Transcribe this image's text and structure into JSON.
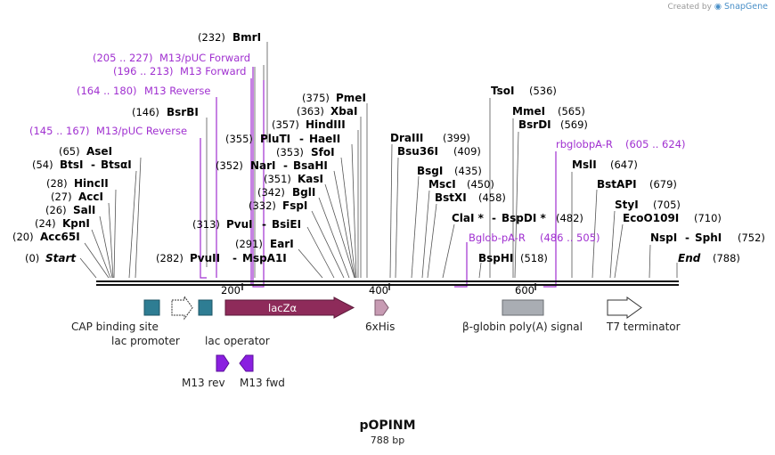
{
  "brand": {
    "created_by": "Created by",
    "app": "SnapGene"
  },
  "plasmid": {
    "name": "pOPINM",
    "length_label": "788 bp"
  },
  "ruler": {
    "ticks": [
      "200",
      "400",
      "600"
    ]
  },
  "colors": {
    "primer": "#a030d0",
    "lacz": "#8e2b5a",
    "cap": "#2e7d93",
    "his": "#c79bb3",
    "globin": "#a9adb3",
    "primer_arrow": "#8a1fe0"
  },
  "sites": [
    {
      "pos": "(232)",
      "name": "BmrI"
    },
    {
      "pos": "(146)",
      "name": "BsrBI"
    },
    {
      "pos": "(375)",
      "name": "PmeI"
    },
    {
      "pos": "(363)",
      "name": "XbaI"
    },
    {
      "pos": "(357)",
      "name": "HindIII"
    },
    {
      "pos": "(355)",
      "name": "PluTI",
      "name2": "HaeII"
    },
    {
      "pos": "(353)",
      "name": "SfoI"
    },
    {
      "pos": "(352)",
      "name": "NarI",
      "name2": "BsaHI"
    },
    {
      "pos": "(351)",
      "name": "KasI"
    },
    {
      "pos": "(342)",
      "name": "BglI"
    },
    {
      "pos": "(332)",
      "name": "FspI"
    },
    {
      "pos": "(313)",
      "name": "PvuI",
      "name2": "BsiEI"
    },
    {
      "pos": "(291)",
      "name": "EarI"
    },
    {
      "pos": "(282)",
      "name": "PvuII",
      "name2": "MspA1I"
    },
    {
      "pos": "(65)",
      "name": "AseI"
    },
    {
      "pos": "(54)",
      "name": "BtsI",
      "name2": "BtsαI"
    },
    {
      "pos": "(28)",
      "name": "HincII"
    },
    {
      "pos": "(27)",
      "name": "AccI"
    },
    {
      "pos": "(26)",
      "name": "SalI"
    },
    {
      "pos": "(24)",
      "name": "KpnI"
    },
    {
      "pos": "(20)",
      "name": "Acc65I"
    },
    {
      "pos": "(0)",
      "name": "Start"
    },
    {
      "name": "DraIII",
      "pos": "(399)"
    },
    {
      "name": "Bsu36I",
      "pos": "(409)"
    },
    {
      "name": "BsgI",
      "pos": "(435)"
    },
    {
      "name": "MscI",
      "pos": "(450)"
    },
    {
      "name": "BstXI",
      "pos": "(458)"
    },
    {
      "name": "ClaI *",
      "name2": "BspDI *",
      "pos": "(482)"
    },
    {
      "name": "BspHI",
      "pos": "(518)"
    },
    {
      "name": "TsoI",
      "pos": "(536)"
    },
    {
      "name": "MmeI",
      "pos": "(565)"
    },
    {
      "name": "BsrDI",
      "pos": "(569)"
    },
    {
      "name": "MslI",
      "pos": "(647)"
    },
    {
      "name": "BstAPI",
      "pos": "(679)"
    },
    {
      "name": "StyI",
      "pos": "(705)"
    },
    {
      "name": "EcoO109I",
      "pos": "(710)"
    },
    {
      "name": "NspI",
      "name2": "SphI",
      "pos": "(752)"
    },
    {
      "name": "End",
      "pos": "(788)"
    }
  ],
  "primers": [
    {
      "range": "(205 .. 227)",
      "name": "M13/pUC Forward"
    },
    {
      "range": "(196 .. 213)",
      "name": "M13 Forward"
    },
    {
      "range": "(164 .. 180)",
      "name": "M13 Reverse"
    },
    {
      "range": "(145 .. 167)",
      "name": "M13/pUC Reverse"
    },
    {
      "range": "(605 .. 624)",
      "name": "rbglobpA-R"
    },
    {
      "range": "(486 .. 505)",
      "name": "Bglob-pA-R"
    }
  ],
  "features": {
    "cap": "CAP binding site",
    "lac_promoter": "lac promoter",
    "lac_operator": "lac operator",
    "lacz": "lacZα",
    "his": "6xHis",
    "globin": "β-globin poly(A) signal",
    "t7": "T7 terminator",
    "m13rev": "M13 rev",
    "m13fwd": "M13 fwd"
  }
}
